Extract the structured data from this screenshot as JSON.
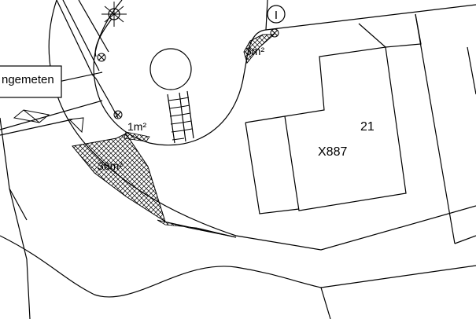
{
  "map": {
    "label_box_text": "ngemeten",
    "parcel_number": "21",
    "parcel_code": "X887",
    "area_labels": [
      "3m²",
      "1m²",
      "36m²"
    ],
    "symbol_letter": "I",
    "line_color": "#000000",
    "background_color": "#ffffff"
  }
}
